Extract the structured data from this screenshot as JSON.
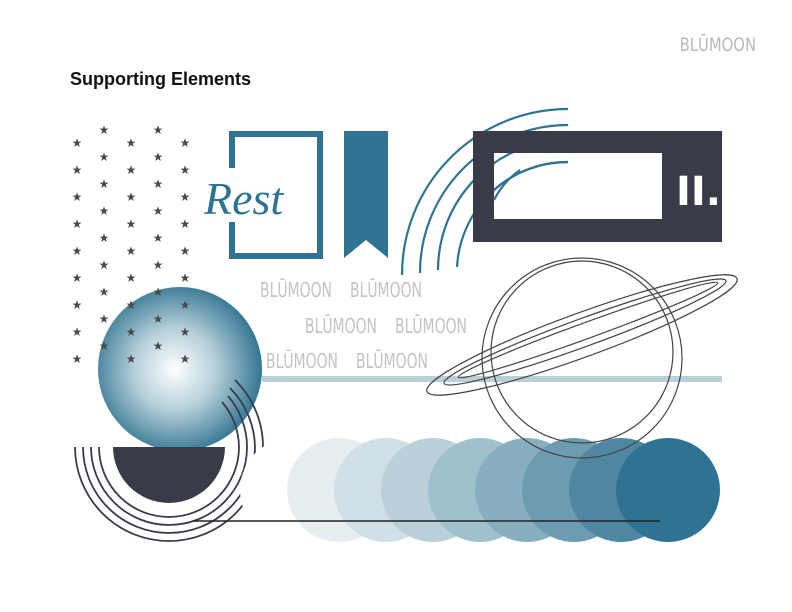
{
  "header": {
    "brand": "BLŪMOON",
    "title": "Supporting Elements"
  },
  "elements": {
    "frame_script": "Rest",
    "section_numeral": "II.",
    "pattern_word": "BLŪMOON"
  },
  "colors": {
    "teal": "#2e7393",
    "navy": "#393c48",
    "light_blue": "#b9cfd9",
    "gray_text": "#c4c4c4"
  }
}
